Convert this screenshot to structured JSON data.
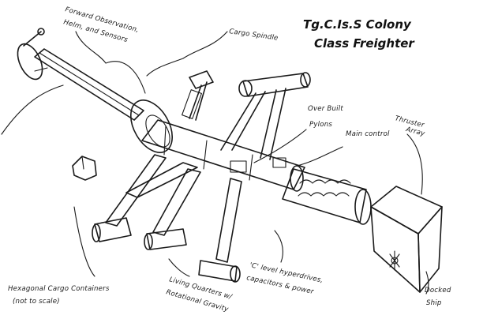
{
  "title": {
    "line1": "Tg.C.Is.S Colony",
    "line2": "Class Freighter"
  },
  "labels": {
    "forward_observation": [
      "Forward Observation,",
      "Helm, and Sensors"
    ],
    "cargo_spindle": "Cargo Spindle",
    "over_built_pylons": [
      "Over Built",
      "Pylons"
    ],
    "main_control": "Main control",
    "thruster_array": [
      "Thruster",
      "Array"
    ],
    "hexagonal_cargo": [
      "Hexagonal Cargo Containers",
      "(not to scale)"
    ],
    "living_quarters": [
      "Living Quarters w/",
      "Rotational Gravity"
    ],
    "hyperdrives": [
      "'C' level hyperdrives,",
      "capacitors & power"
    ],
    "docked_ship": [
      "Docked",
      "Ship"
    ]
  }
}
